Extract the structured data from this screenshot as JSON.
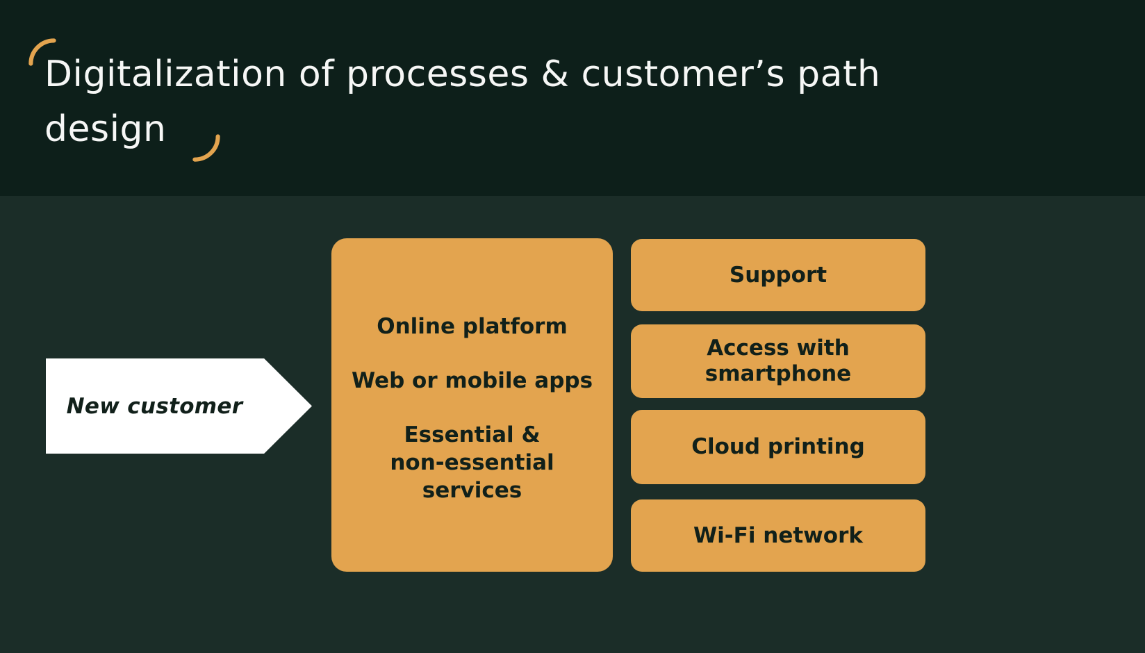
{
  "slide": {
    "title": {
      "lines": [
        "Digitalization of processes & customer’s path",
        "design"
      ]
    },
    "arrow": {
      "label": "New customer"
    },
    "big_box": {
      "items": [
        {
          "lines": [
            "Online platform"
          ]
        },
        {
          "lines": [
            "Web or mobile apps"
          ]
        },
        {
          "lines": [
            "Essential &",
            "non-essential",
            "services"
          ]
        }
      ]
    },
    "pills": [
      {
        "lines": [
          "Support"
        ]
      },
      {
        "lines": [
          "Access with",
          "smartphone"
        ]
      },
      {
        "lines": [
          "Cloud printing"
        ]
      },
      {
        "lines": [
          "Wi-Fi network"
        ]
      }
    ],
    "icons": {
      "quote_open": "quote-open-icon",
      "quote_close": "quote-close-icon"
    },
    "colors": {
      "header_bg": "#0d1f1a",
      "body_bg": "#1b2d28",
      "accent_orange": "#e3a44f",
      "arrow_bg": "#ffffff",
      "title_text": "#f6f7f6",
      "dark_text": "#11201a"
    }
  }
}
